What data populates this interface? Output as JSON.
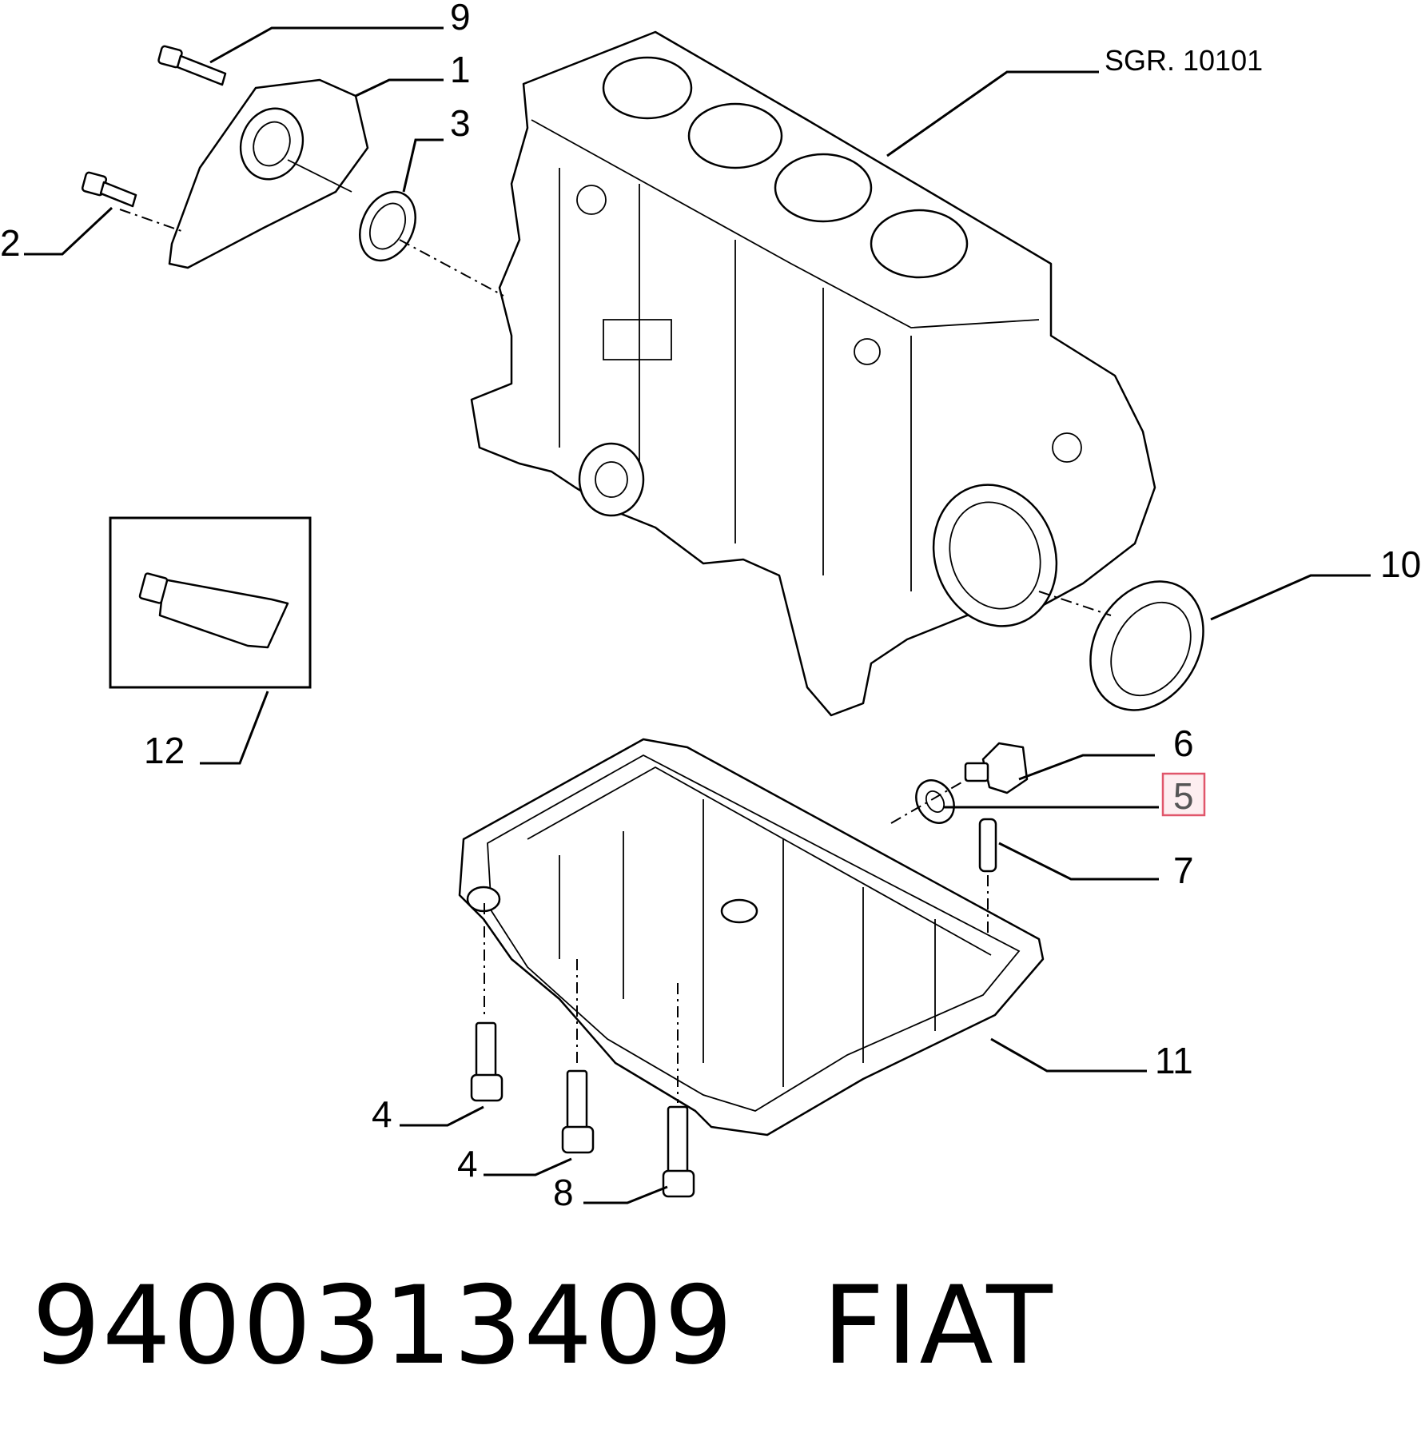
{
  "diagram": {
    "reference": "SGR. 10101",
    "callouts": {
      "c1": "1",
      "c2": "2",
      "c3": "3",
      "c4a": "4",
      "c4b": "4",
      "c5": "5",
      "c6": "6",
      "c7": "7",
      "c8": "8",
      "c9": "9",
      "c10": "10",
      "c11": "11",
      "c12": "12"
    },
    "highlighted_callout": "5",
    "highlight_color": "#e0566b"
  },
  "footer": {
    "part_number": "9400313409",
    "brand": "FIAT"
  }
}
